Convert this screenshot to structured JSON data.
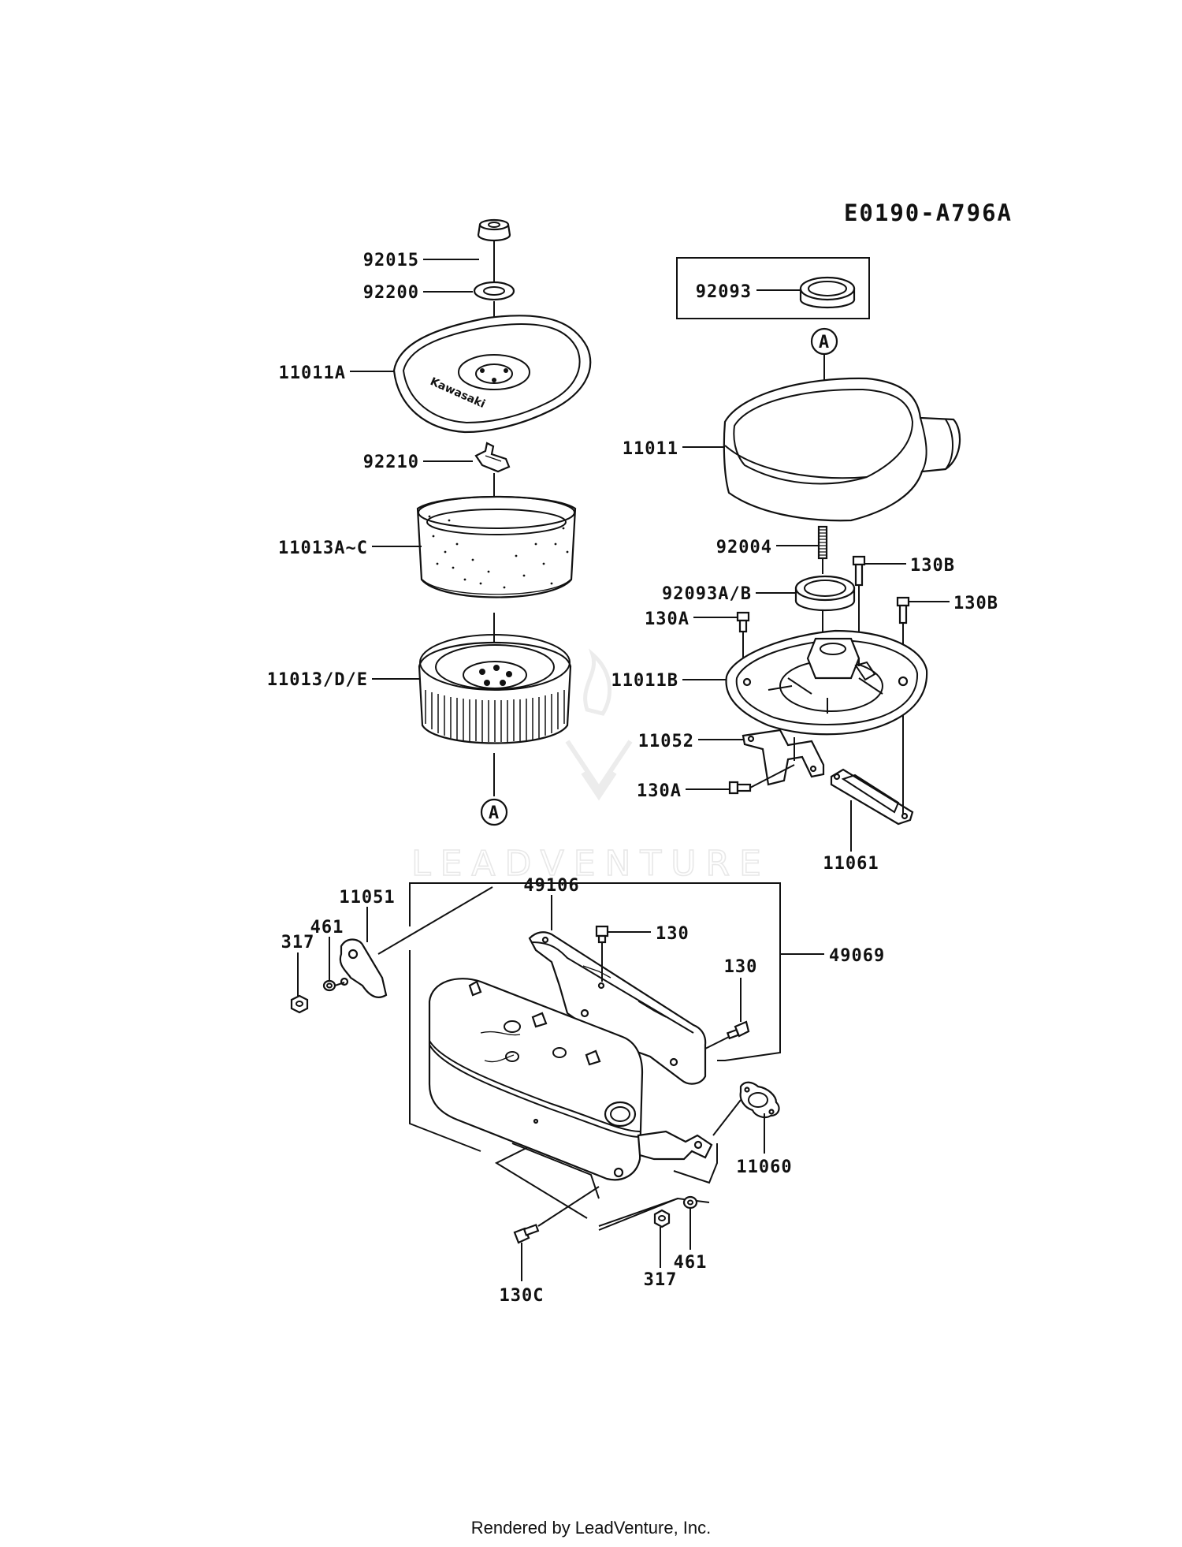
{
  "diagram_code": "E0190-A796A",
  "footer": "Rendered by LeadVenture, Inc.",
  "watermark": "LEADVENTURE",
  "callout_marker": "A",
  "colors": {
    "ink": "#111111",
    "paper": "#ffffff",
    "watermark": "#e8e8e8"
  },
  "labels": {
    "p92015": "92015",
    "p92200": "92200",
    "p11011A": "11011A",
    "p92210": "92210",
    "p11013AC": "11013A~C",
    "p11013DE": "11013/D/E",
    "p92093": "92093",
    "p11011": "11011",
    "p92004": "92004",
    "p130B_1": "130B",
    "p92093AB": "92093A/B",
    "p130B_2": "130B",
    "p130A_1": "130A",
    "p11011B": "11011B",
    "p11052": "11052",
    "p130A_2": "130A",
    "p11061": "11061",
    "p11051": "11051",
    "p461_1": "461",
    "p317_1": "317",
    "p49106": "49106",
    "p130_1": "130",
    "p49069": "49069",
    "p130_2": "130",
    "p11060": "11060",
    "p461_2": "461",
    "p317_2": "317",
    "p130C": "130C"
  },
  "lid_brand": "Kawasaki"
}
